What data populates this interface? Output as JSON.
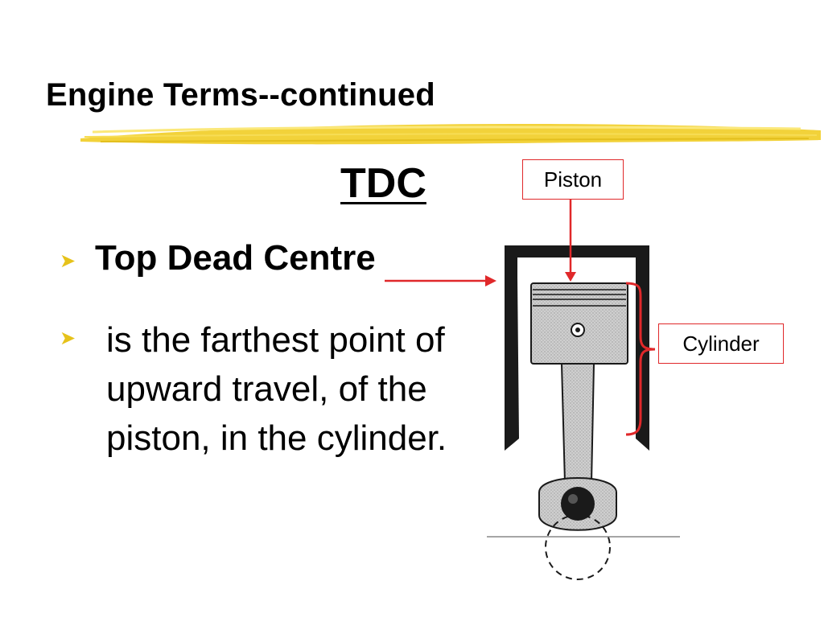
{
  "slide": {
    "title": "Engine Terms--continued",
    "subtitle": "TDC",
    "bullets": [
      {
        "marker": "➤",
        "text": "Top Dead Centre"
      },
      {
        "marker": "➤",
        "text": "is the farthest point of upward travel, of the piston, in the cylinder."
      }
    ]
  },
  "diagram": {
    "labels": {
      "piston": "Piston",
      "cylinder": "Cylinder"
    }
  },
  "colors": {
    "accent": "#e6c21a",
    "callout_red": "#e0282a",
    "diagram_gray": "#c8c8c8",
    "line_dark": "#1a1a1a"
  }
}
